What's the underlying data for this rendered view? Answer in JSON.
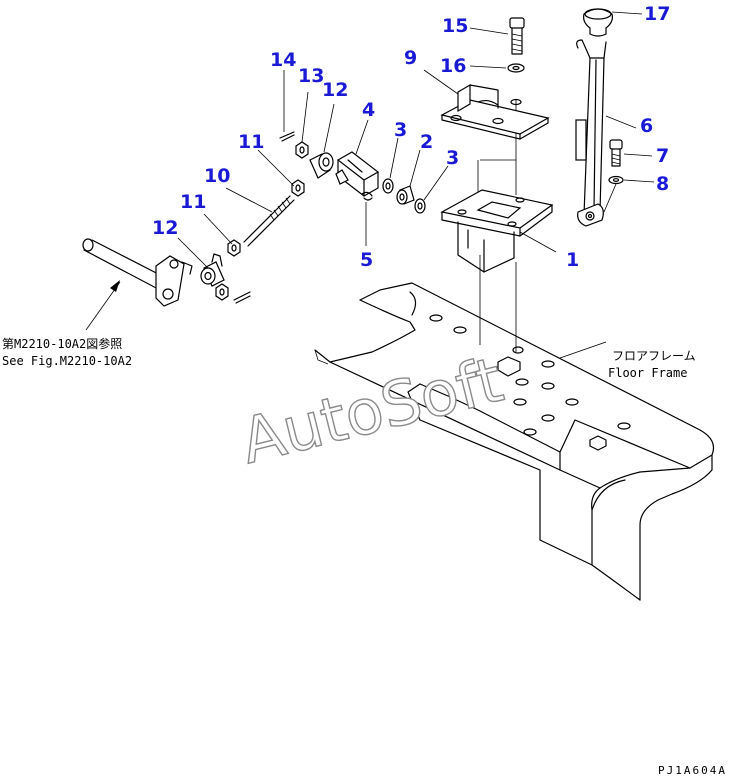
{
  "callouts": [
    {
      "id": "c1",
      "label": "1"
    },
    {
      "id": "c2",
      "label": "2"
    },
    {
      "id": "c3a",
      "label": "3"
    },
    {
      "id": "c3b",
      "label": "3"
    },
    {
      "id": "c4",
      "label": "4"
    },
    {
      "id": "c5",
      "label": "5"
    },
    {
      "id": "c6",
      "label": "6"
    },
    {
      "id": "c7",
      "label": "7"
    },
    {
      "id": "c8",
      "label": "8"
    },
    {
      "id": "c9",
      "label": "9"
    },
    {
      "id": "c10",
      "label": "10"
    },
    {
      "id": "c11a",
      "label": "11"
    },
    {
      "id": "c11b",
      "label": "11"
    },
    {
      "id": "c12a",
      "label": "12"
    },
    {
      "id": "c12b",
      "label": "12"
    },
    {
      "id": "c13",
      "label": "13"
    },
    {
      "id": "c14",
      "label": "14"
    },
    {
      "id": "c15",
      "label": "15"
    },
    {
      "id": "c16",
      "label": "16"
    },
    {
      "id": "c17",
      "label": "17"
    }
  ],
  "notes": {
    "see_fig_jp": "第M2210-10A2図参照",
    "see_fig_en": "See Fig.M2210-10A2",
    "floor_frame_jp": "フロアフレーム",
    "floor_frame_en": "Floor Frame",
    "drawing_ref": "PJ1A604A"
  },
  "watermark": "AutoSoft",
  "colors": {
    "callout": "#1a1ad6",
    "line": "#000000",
    "watermark_outline": "#8a8a8a"
  }
}
